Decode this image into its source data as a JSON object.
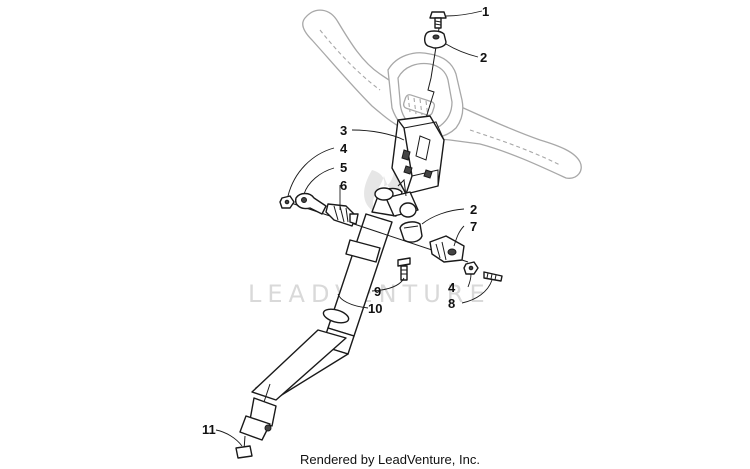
{
  "diagram": {
    "callouts": [
      {
        "id": "c1",
        "label": "1"
      },
      {
        "id": "c2a",
        "label": "2"
      },
      {
        "id": "c3",
        "label": "3"
      },
      {
        "id": "c4a",
        "label": "4"
      },
      {
        "id": "c5",
        "label": "5"
      },
      {
        "id": "c6",
        "label": "6"
      },
      {
        "id": "c2b",
        "label": "2"
      },
      {
        "id": "c7",
        "label": "7"
      },
      {
        "id": "c9",
        "label": "9"
      },
      {
        "id": "c10",
        "label": "10"
      },
      {
        "id": "c4b",
        "label": "4"
      },
      {
        "id": "c8",
        "label": "8"
      },
      {
        "id": "c11",
        "label": "11"
      }
    ],
    "watermark": "LEADVENTURE",
    "credit": "Rendered by LeadVenture, Inc."
  }
}
